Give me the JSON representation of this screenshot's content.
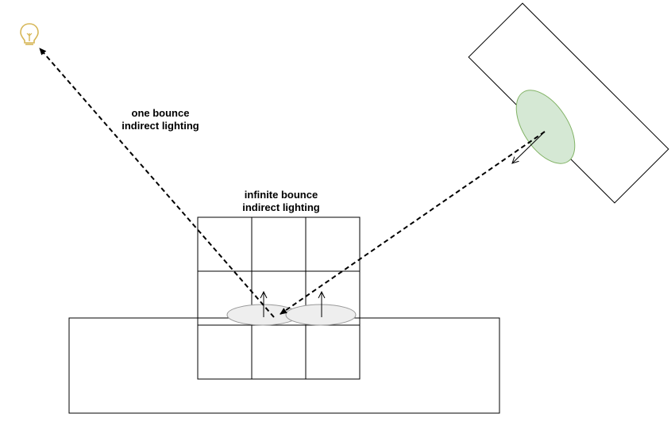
{
  "labels": {
    "one_bounce_line1": "one bounce",
    "one_bounce_line2": "indirect lighting",
    "infinite_bounce_line1": "infinite bounce",
    "infinite_bounce_line2": "indirect lighting"
  },
  "icons": {
    "light": "lightbulb-icon"
  },
  "colors": {
    "stroke": "#000000",
    "surfel_fill": "#eeeeee",
    "surfel_stroke": "#999999",
    "green_fill": "#d5e8d4",
    "green_stroke": "#82b366",
    "bulb": "#d6b656"
  }
}
